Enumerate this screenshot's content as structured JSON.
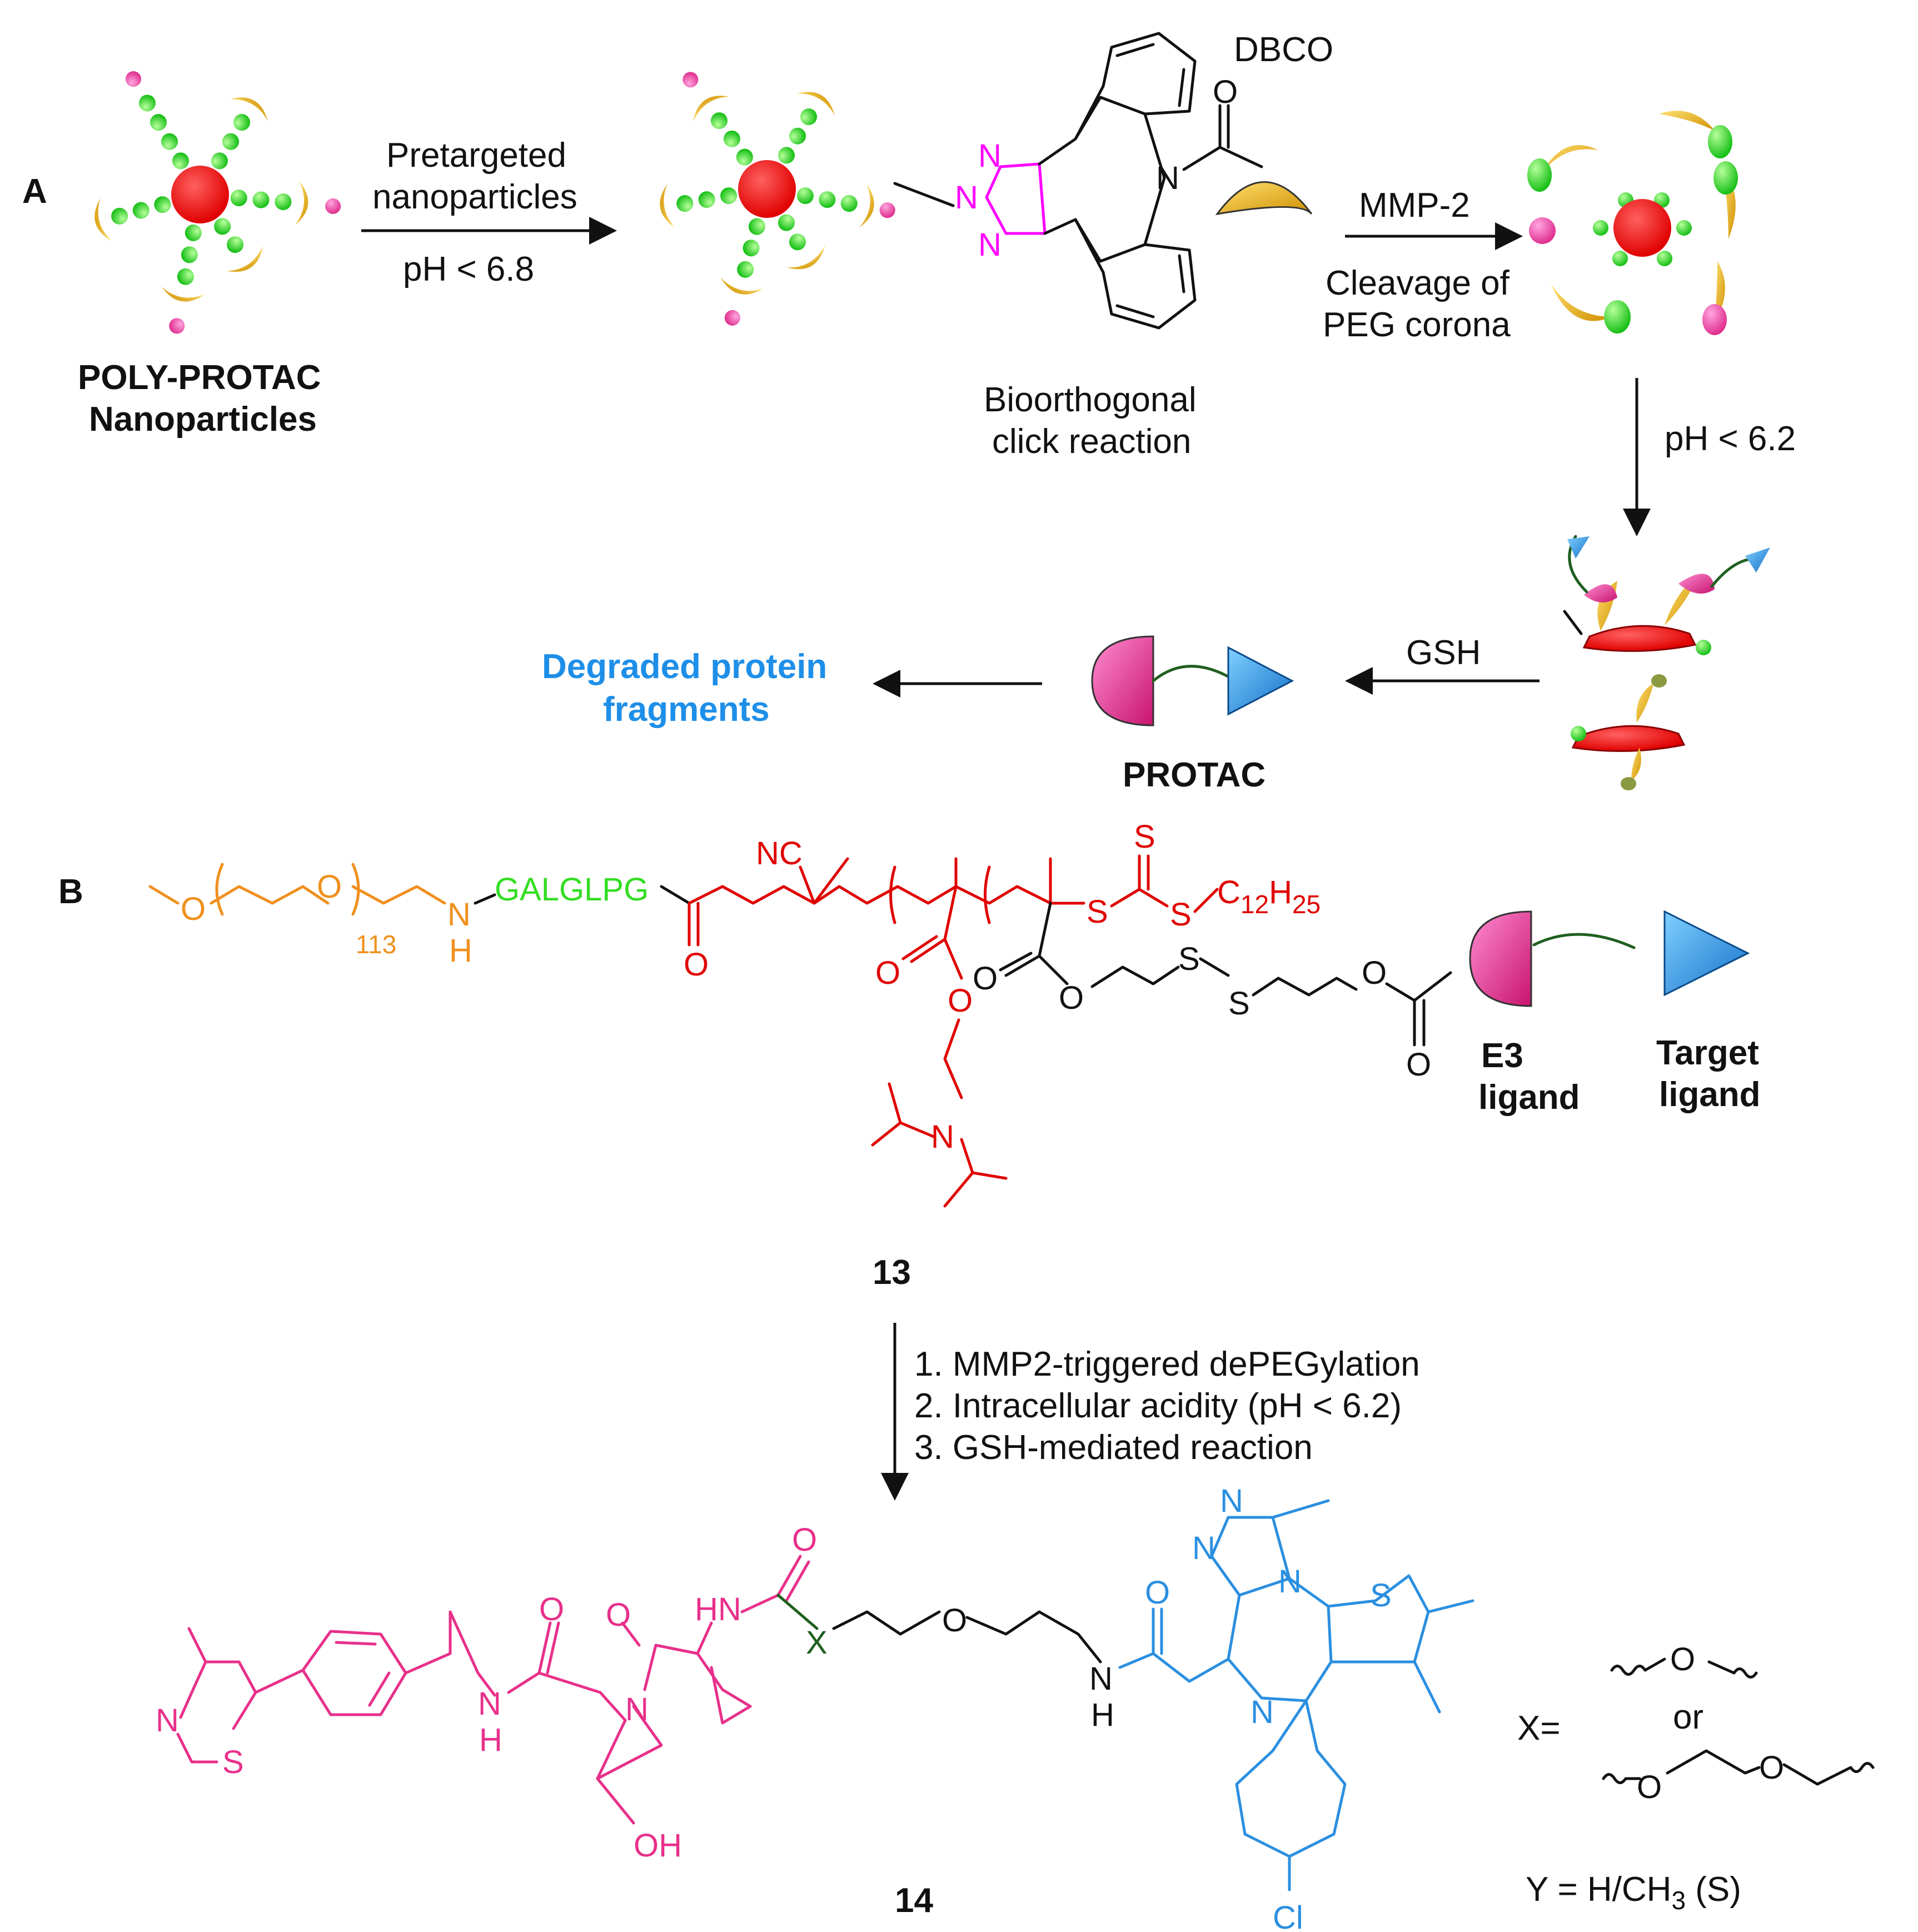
{
  "panel_a": {
    "label": "A",
    "nanoparticles_label_line1": "POLY-PROTAC",
    "nanoparticles_label_line2": "Nanoparticles",
    "step1_line1": "Pretargeted",
    "step1_line2": "nanoparticles",
    "step1_condition": "pH < 6.8",
    "dbco_label": "DBCO",
    "click_line1": "Bioorthogonal",
    "click_line2": "click reaction",
    "step2_enzyme": "MMP-2",
    "step2_line1": "Cleavage of",
    "step2_line2": "PEG corona",
    "step3_condition": "pH < 6.2",
    "step4_reagent": "GSH",
    "protac_label": "PROTAC",
    "degraded_line1": "Degraded protein",
    "degraded_line2": "fragments",
    "atom_n": "N",
    "atom_o": "O"
  },
  "panel_b": {
    "label": "B",
    "peptide": "GALGLPG",
    "peg_repeat": "113",
    "atom_o": "O",
    "atom_n": "N",
    "atom_h": "H",
    "atom_s": "S",
    "atom_nc": "NC",
    "c12h25_c": "C",
    "c12h25_sub1": "12",
    "c12h25_h": "H",
    "c12h25_sub2": "25",
    "e3_line1": "E3",
    "e3_line2": "ligand",
    "target_line1": "Target",
    "target_line2": "ligand",
    "compound13": "13",
    "conditions": [
      "1. MMP2-triggered dePEGylation",
      "2. Intracellular acidity (pH < 6.2)",
      "3. GSH-mediated reaction"
    ],
    "compound14": "14",
    "atom_x": "X",
    "atom_hn": "HN",
    "atom_oh": "OH",
    "atom_cl": "Cl",
    "x_def": "X=",
    "or": "or",
    "y_def_prefix": "Y = H/CH",
    "y_def_sub": "3",
    "y_def_suffix": " (S)"
  },
  "colors": {
    "peg": "#F0901E",
    "peptide": "#33DD22",
    "polymer": "#E00000",
    "triazole": "#FF00FF",
    "vhl": "#E8308A",
    "jq1": "#2B8FE0",
    "linker": "#1F5F1F",
    "degraded_text": "#1E8FE8"
  }
}
